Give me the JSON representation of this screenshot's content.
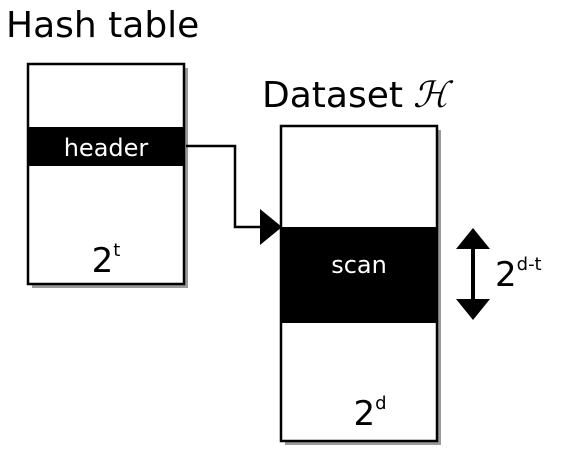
{
  "hash_table": {
    "title": "Hash table",
    "band_label": "header",
    "size_base": "2",
    "size_exp": "t"
  },
  "dataset": {
    "title_prefix": "Dataset",
    "title_symbol": "ℋ",
    "band_label": "scan",
    "size_base": "2",
    "size_exp": "d"
  },
  "scan_range": {
    "base": "2",
    "exp": "d-t"
  },
  "colors": {
    "ink": "#000000",
    "paper": "#ffffff",
    "shadow": "#9a9a9a"
  }
}
